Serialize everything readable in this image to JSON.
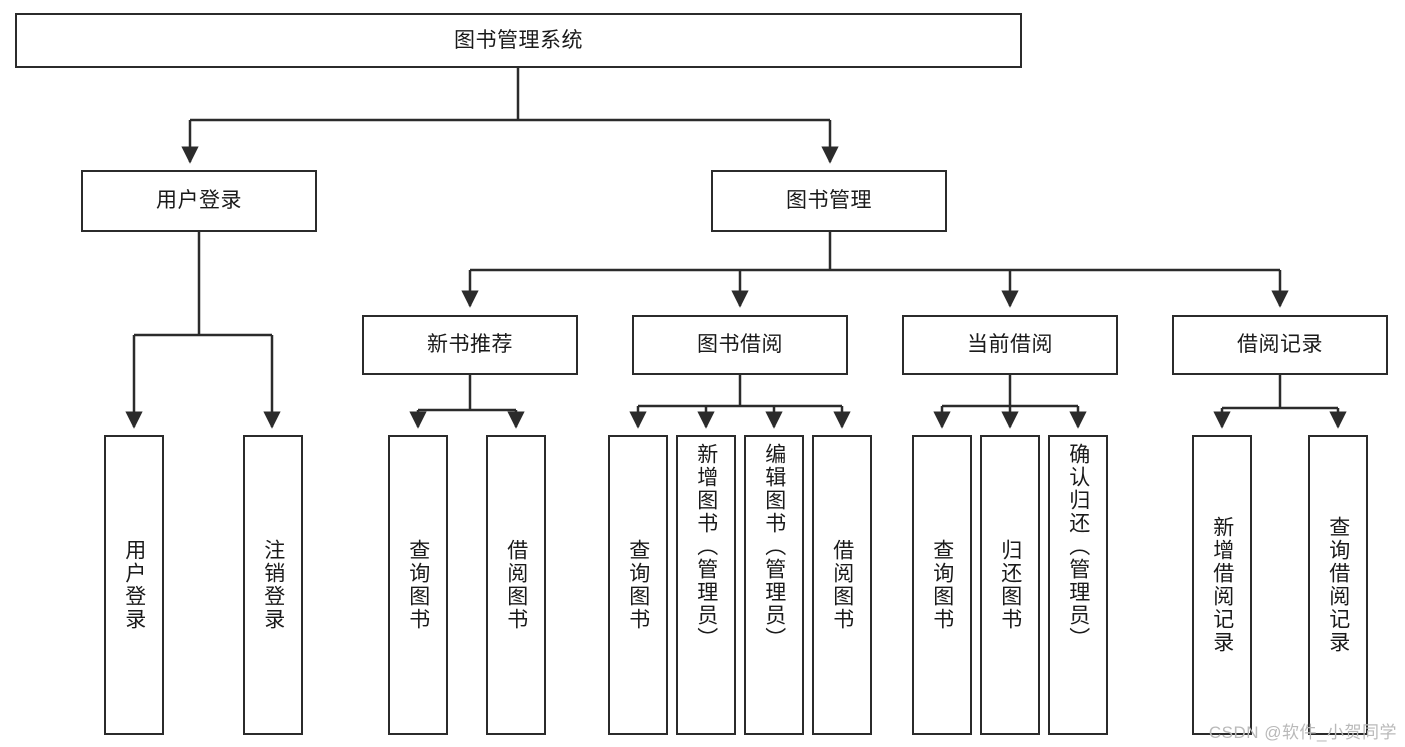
{
  "diagram": {
    "title": "图书管理系统",
    "type": "tree-hierarchy",
    "root": {
      "label": "图书管理系统"
    },
    "level2": [
      {
        "label": "用户登录"
      },
      {
        "label": "图书管理"
      }
    ],
    "level3": [
      {
        "label": "新书推荐"
      },
      {
        "label": "图书借阅"
      },
      {
        "label": "当前借阅"
      },
      {
        "label": "借阅记录"
      }
    ],
    "leaves": {
      "user_login": [
        {
          "label": "用户登录"
        },
        {
          "label": "注销登录"
        }
      ],
      "new_book_recommend": [
        {
          "label": "查询图书"
        },
        {
          "label": "借阅图书"
        }
      ],
      "book_borrow": [
        {
          "label": "查询图书"
        },
        {
          "label": "新增图书（管理员）"
        },
        {
          "label": "编辑图书（管理员）"
        },
        {
          "label": "借阅图书"
        }
      ],
      "current_borrow": [
        {
          "label": "查询图书"
        },
        {
          "label": "归还图书"
        },
        {
          "label": "确认归还（管理员）"
        }
      ],
      "borrow_record": [
        {
          "label": "新增借阅记录"
        },
        {
          "label": "查询借阅记录"
        }
      ]
    }
  },
  "watermark": {
    "text": "CSDN @软件_小贺同学"
  },
  "colors": {
    "stroke": "#2b2b2b",
    "fill": "#ffffff",
    "text": "#1a1a1a",
    "watermark": "#b9b9b9"
  }
}
